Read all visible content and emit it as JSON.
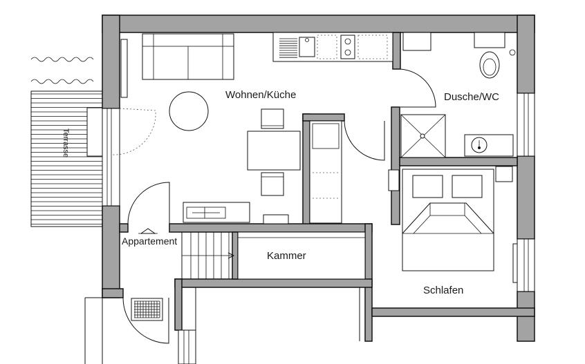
{
  "rooms": {
    "wohnen": "Wohnen/Küche",
    "dusche": "Dusche/WC",
    "kammer": "Kammer",
    "schlafen": "Schlafen",
    "appartement": "Appartement",
    "terrasse": "Terrasse"
  },
  "colors": {
    "wall": "#a3a3a3",
    "line": "#111111",
    "background": "#ffffff"
  }
}
